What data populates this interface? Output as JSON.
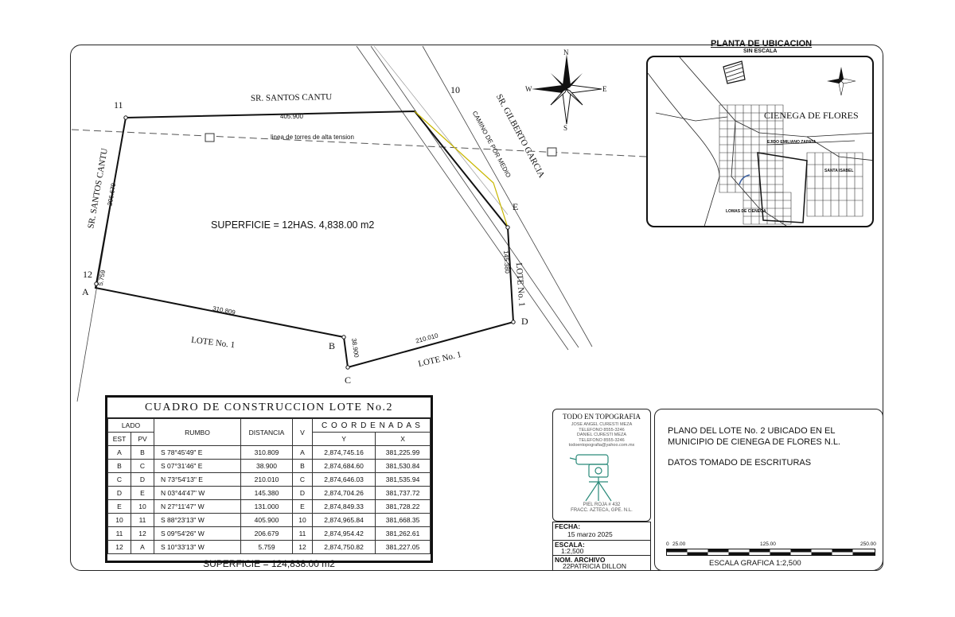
{
  "plan": {
    "vertices": {
      "v11": "11",
      "v10": "10",
      "v12": "12",
      "va": "A",
      "vb": "B",
      "vc": "C",
      "vd": "D",
      "ve": "E"
    },
    "streets": {
      "north": "SR. SANTOS CANTU",
      "west": "SR. SANTOS CANTU",
      "east": "SR. GILBERTO GARCIA",
      "road": "CAMINO DE POR MEDIO"
    },
    "lots": {
      "south_left": "LOTE No. 1",
      "south_right": "LOTE No. 1",
      "east": "LOTE No. 1"
    },
    "powerline": "linea de torres de alta tension",
    "area": "SUPERFICIE = 12HAS. 4,838.00 m2",
    "dims": {
      "d_11_10": "405.900",
      "d_12_11": "206.679",
      "d_a_12": "5.759",
      "d_a_b": "310.809",
      "d_b_c": "38.900",
      "d_c_d": "210.010",
      "d_d_e": "145.380"
    }
  },
  "compass": {
    "n": "N",
    "s": "S",
    "e": "E",
    "w": "W"
  },
  "location_map": {
    "title": "PLANTA DE UBICACION",
    "subtitle": "SIN ESCALA",
    "town": "CIENEGA DE FLORES",
    "labels": [
      "LOMAS DE CIENEGA",
      "EJIDO EMILIANO ZAPATA",
      "SANTA ISABEL"
    ]
  },
  "table": {
    "title": "CUADRO DE CONSTRUCCION LOTE No.2",
    "headers": {
      "lado": "LADO",
      "est": "EST",
      "pv": "PV",
      "rumbo": "RUMBO",
      "distancia": "DISTANCIA",
      "v": "V",
      "coordenadas": "C O O R D E N A D A S",
      "y": "Y",
      "x": "X"
    },
    "rows": [
      [
        "A",
        "B",
        "S 78°45'49\" E",
        "310.809",
        "A",
        "2,874,745.16",
        "381,225.99"
      ],
      [
        "B",
        "C",
        "S 07°31'46\" E",
        "38.900",
        "B",
        "2,874,684.60",
        "381,530.84"
      ],
      [
        "C",
        "D",
        "N 73°54'13\" E",
        "210.010",
        "C",
        "2,874,646.03",
        "381,535.94"
      ],
      [
        "D",
        "E",
        "N 03°44'47\" W",
        "145.380",
        "D",
        "2,874,704.26",
        "381,737.72"
      ],
      [
        "E",
        "10",
        "N 27°11'47\" W",
        "131.000",
        "E",
        "2,874,849.33",
        "381,728.22"
      ],
      [
        "10",
        "11",
        "S 88°23'13\" W",
        "405.900",
        "10",
        "2,874,965.84",
        "381,668.35"
      ],
      [
        "11",
        "12",
        "S 09°54'26\" W",
        "206.679",
        "11",
        "2,874,954.42",
        "381,262.61"
      ],
      [
        "12",
        "A",
        "S 10°33'13\" W",
        "5.759",
        "12",
        "2,874,750.82",
        "381,227.05"
      ]
    ],
    "total": "SUPERFICIE = 124,838.00 m2"
  },
  "logo": {
    "company": "TODO EN TOPOGRAFIA",
    "person1": "JOSE ANGEL CURESTI MEZA",
    "phone1": "TELEFONO 8555-3246",
    "person2": "DANIEL CURESTI MEZA",
    "phone2": "TELEFONO 8555-3246",
    "email": "todoentopografia@yahoo.com.mx",
    "address1": "PIEL ROJA # 432",
    "address2": "FRACC. AZTECA, GPE. N.L."
  },
  "info": {
    "fecha_label": "FECHA:",
    "fecha": "15 marzo 2025",
    "escala_label": "ESCALA:",
    "escala": "1:2,500",
    "archivo_label": "NOM. ARCHIVO",
    "archivo": "22PATRICIA DILLON"
  },
  "title_block": {
    "line1": "PLANO DEL LOTE No. 2 UBICADO EN EL",
    "line2": "MUNICIPIO DE CIENEGA DE FLORES N.L.",
    "line3": "DATOS TOMADO DE ESCRITURAS",
    "scale_ticks": [
      "0",
      "25.00",
      "125.00",
      "250.00"
    ],
    "scale_label": "ESCALA GRAFICA   1:2,500"
  }
}
